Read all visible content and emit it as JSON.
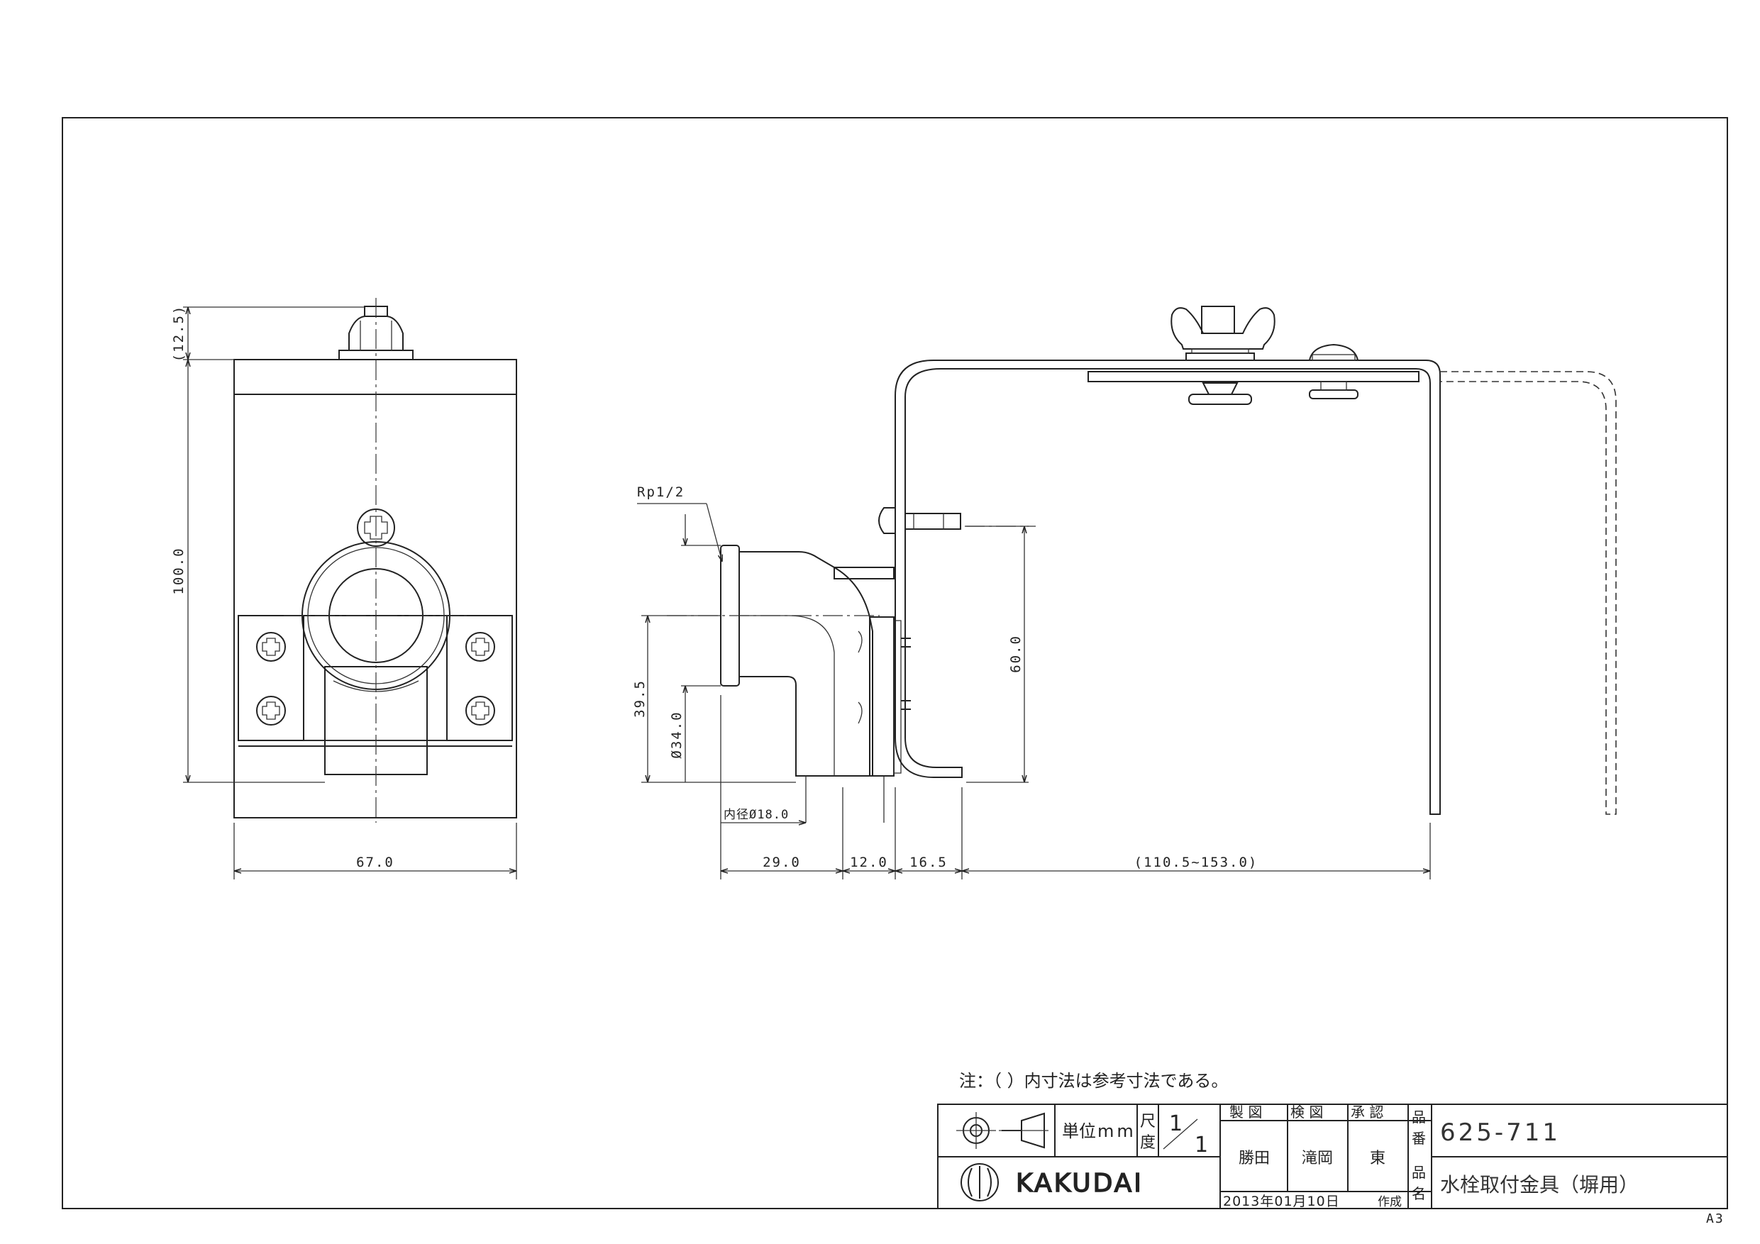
{
  "drawing": {
    "dimensions": {
      "d12_5": "(12.5)",
      "d100": "100.0",
      "d67": "67.0",
      "thread": "Rp1/2",
      "d39_5": "39.5",
      "d34": "Ø34.0",
      "inner18": "内径Ø18.0",
      "d60": "60.0",
      "d29": "29.0",
      "d12": "12.0",
      "d16_5": "16.5",
      "range": "(110.5~153.0)"
    },
    "note": "注：（ ）内寸法は参考寸法である。",
    "sheet_size": "A3"
  },
  "title_block": {
    "unit_label": "単位",
    "unit_value": "mm",
    "scale_label_1": "尺",
    "scale_label_2": "度",
    "scale_num": "1",
    "scale_den": "1",
    "made_by_label": "製 図",
    "checked_label": "検 図",
    "approved_label": "承 認",
    "made_by": "勝田",
    "checked_by": "滝岡",
    "approved_by": "東",
    "part_no_label_1": "品",
    "part_no_label_2": "番",
    "part_no": "625-711",
    "name_label_1": "品",
    "name_label_2": "名",
    "product_name": "水栓取付金具（塀用）",
    "date": "2013年01月10日",
    "date_suffix": "作成",
    "brand": "KAKUDAI",
    "brand_color": "#222222"
  }
}
